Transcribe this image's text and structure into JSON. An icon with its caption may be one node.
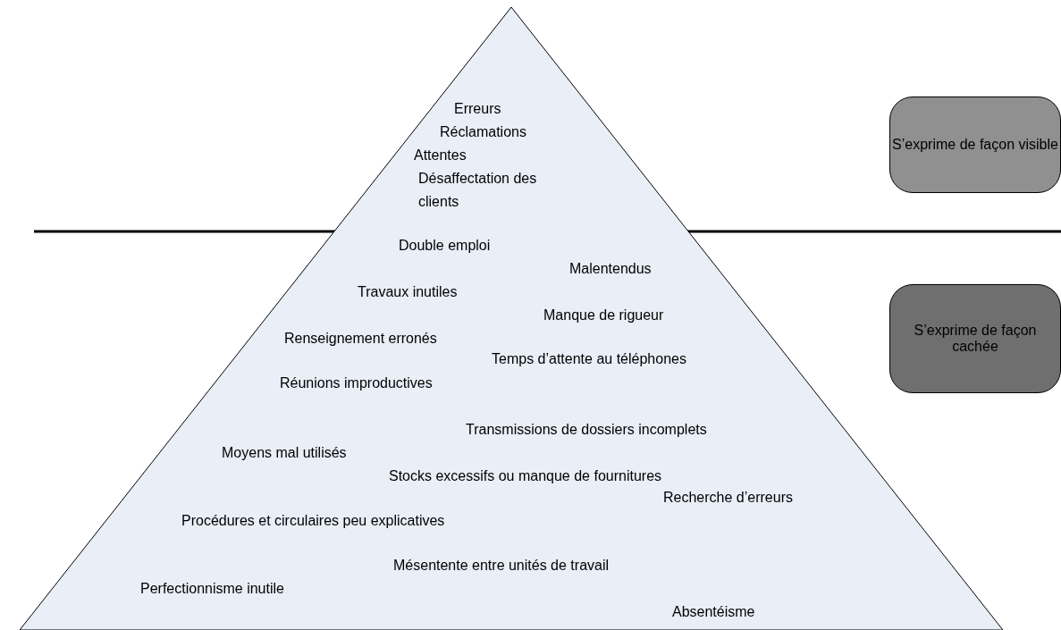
{
  "diagram": {
    "nodes": [
      {
        "text": [
          "Erreurs",
          "Réclamations",
          "Attentes",
          "Désaffectation des clients",
          "Double emploi",
          "Malentendus",
          "Travaux inutiles",
          "Manque de rigueur",
          "Renseignement erronés",
          "Temps d’attente au téléphones",
          "Réunions improductives",
          "Transmissions de dossiers incomplets",
          "Moyens mal utilisés",
          "Stocks excessifs ou manque de fournitures",
          "Recherche d’erreurs",
          "Procédures et circulaires peu explicatives",
          "Mésentente entre unités de travail",
          "Perfectionnisme inutile",
          "Absentéisme"
        ]
      },
      {
        "text": [
          "S’exprime de façon visible"
        ]
      },
      {
        "text": [
          "S’exprime de façon cachée"
        ]
      }
    ],
    "edges": []
  }
}
